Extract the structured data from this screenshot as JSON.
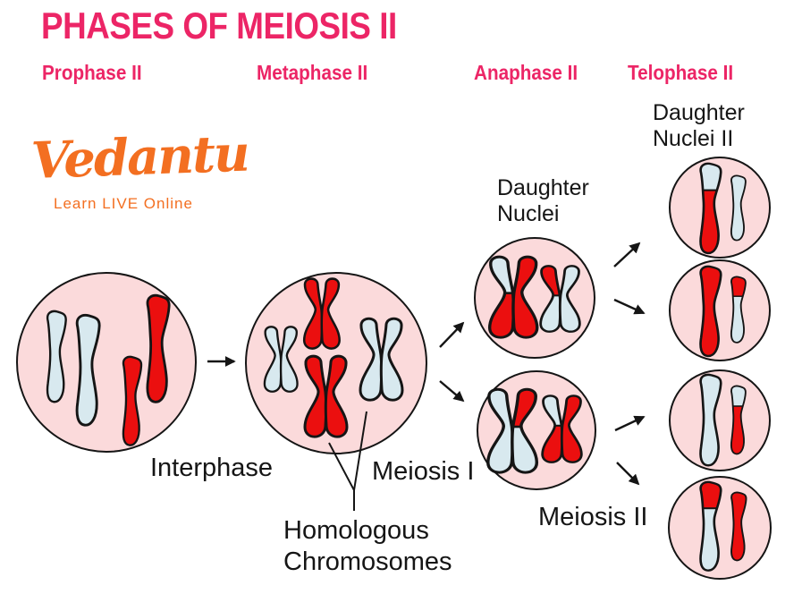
{
  "title": "PHASES OF MEIOSIS II",
  "phase_headers": [
    "Prophase II",
    "Metaphase II",
    "Anaphase II",
    "Telophase II"
  ],
  "logo": {
    "brand": "Vedantu",
    "tagline": "Learn LIVE Online"
  },
  "annotations": {
    "interphase": "Interphase",
    "meiosis_i": "Meiosis I",
    "homologous_line1": "Homologous",
    "homologous_line2": "Chromosomes",
    "daughter_nuclei_line1": "Daughter",
    "daughter_nuclei_line2": "Nuclei",
    "meiosis_ii": "Meiosis II",
    "daughter_nuclei_ii_line1": "Daughter",
    "daughter_nuclei_ii_line2": "Nuclei II"
  },
  "colors": {
    "heading_pink": "#EC2566",
    "logo_orange": "#F36F21",
    "cell_fill": "#FBDADB",
    "chromosome_red": "#EB0F0F",
    "chromosome_blue": "#D8E9EF",
    "outline": "#151515",
    "background": "#FFFFFF"
  },
  "diagram": {
    "cells": [
      {
        "name": "interphase-cell",
        "contents": "2 blue chromatids and 2 red chromatids (unpaired)"
      },
      {
        "name": "metaphase-ii-cell",
        "contents": "2 blue X-chromosomes and 2 red X-chromosomes aligned"
      },
      {
        "name": "anaphase-ii-cell-top",
        "contents": "large red chromosome with blue upper-left arm, small blue chromosome with red upper-left arm"
      },
      {
        "name": "anaphase-ii-cell-bottom",
        "contents": "large blue chromosome with red upper-right arm, small red chromosome with blue upper-left arm"
      },
      {
        "name": "telophase-cell-1",
        "contents": "large red chromatid with blue tip, small blue chromatid"
      },
      {
        "name": "telophase-cell-2",
        "contents": "large red chromatid, small blue chromatid with red tip"
      },
      {
        "name": "telophase-cell-3",
        "contents": "large blue chromatid, small red chromatid with blue tip"
      },
      {
        "name": "telophase-cell-4",
        "contents": "large blue chromatid with red tip, small red chromatid"
      }
    ]
  }
}
